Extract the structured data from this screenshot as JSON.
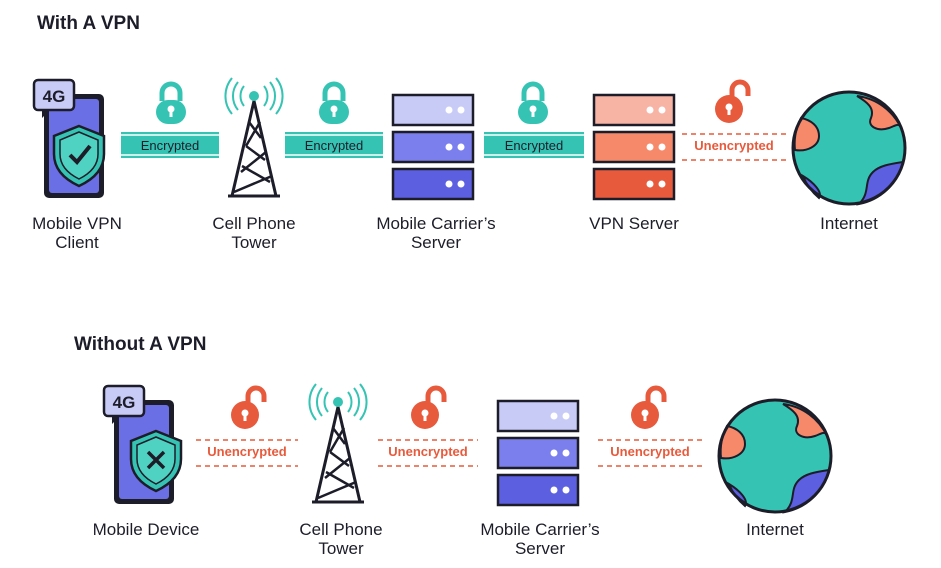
{
  "with_vpn": {
    "title": "With A VPN",
    "nodes": {
      "client_line1": "Mobile VPN",
      "client_line2": "Client",
      "tower_line1": "Cell Phone",
      "tower_line2": "Tower",
      "carrier_line1": "Mobile Carrier’s",
      "carrier_line2": "Server",
      "vpn_server": "VPN Server",
      "internet": "Internet"
    },
    "phone_badge": "4G",
    "links": [
      "Encrypted",
      "Encrypted",
      "Encrypted",
      "Unencrypted"
    ]
  },
  "without_vpn": {
    "title": "Without A VPN",
    "nodes": {
      "device": "Mobile Device",
      "tower_line1": "Cell Phone",
      "tower_line2": "Tower",
      "carrier_line1": "Mobile Carrier’s",
      "carrier_line2": "Server",
      "internet": "Internet"
    },
    "phone_badge": "4G",
    "links": [
      "Unencrypted",
      "Unencrypted",
      "Unencrypted"
    ]
  },
  "colors": {
    "teal": "#35c4b4",
    "orange": "#e85a3c",
    "purple": "#5b5fe0",
    "navy": "#1d1d2a"
  },
  "icons": [
    "shield-check-icon",
    "shield-x-icon",
    "locked-padlock-icon",
    "unlocked-padlock-icon",
    "cell-tower-icon",
    "server-icon",
    "globe-icon",
    "phone-icon"
  ]
}
